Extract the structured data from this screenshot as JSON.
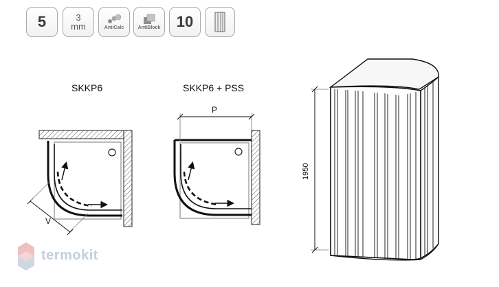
{
  "badges": {
    "thickness": "5",
    "mm_value": "3",
    "mm_unit": "mm",
    "anticalc": "AntiCalc",
    "antiblock": "AntiBlock",
    "count": "10"
  },
  "labels": {
    "left_model": "SKKP6",
    "right_model": "SKKP6 + PSS",
    "dim_p": "P",
    "dim_v": "V",
    "height": "1950"
  },
  "watermark": "termokit",
  "colors": {
    "badge_border": "#a9a9a9",
    "line": "#1a1a1a",
    "watermark_red": "#e9a6a6",
    "watermark_blue": "#b8c8d8"
  }
}
